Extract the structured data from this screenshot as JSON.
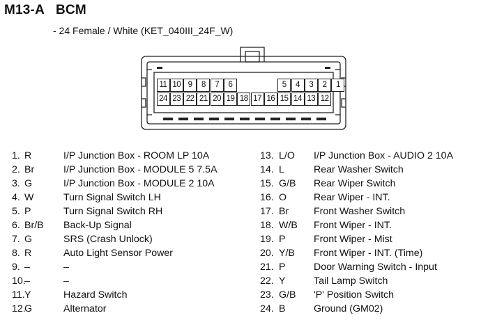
{
  "header": {
    "code": "M13-A",
    "name": "BCM",
    "subtitle": "- 24 Female / White (KET_040III_24F_W)"
  },
  "connector": {
    "top_row": [
      "11",
      "10",
      "9",
      "8",
      "7",
      "6",
      "",
      "",
      "",
      "5",
      "4",
      "3",
      "2",
      "1"
    ],
    "bottom_row": [
      "24",
      "23",
      "22",
      "21",
      "20",
      "19",
      "18",
      "17",
      "16",
      "15",
      "14",
      "13",
      "12"
    ]
  },
  "pins_left": [
    {
      "num": "1.",
      "wire": "R",
      "desc": "I/P Junction Box - ROOM LP 10A"
    },
    {
      "num": "2.",
      "wire": "Br",
      "desc": "I/P Junction Box - MODULE 5 7.5A"
    },
    {
      "num": "3.",
      "wire": "G",
      "desc": "I/P Junction Box - MODULE 2 10A"
    },
    {
      "num": "4.",
      "wire": "W",
      "desc": "Turn Signal Switch LH"
    },
    {
      "num": "5.",
      "wire": "P",
      "desc": "Turn Signal Switch RH"
    },
    {
      "num": "6.",
      "wire": "Br/B",
      "desc": "Back-Up Signal"
    },
    {
      "num": "7.",
      "wire": "G",
      "desc": "SRS (Crash Unlock)"
    },
    {
      "num": "8.",
      "wire": "R",
      "desc": "Auto Light Sensor Power"
    },
    {
      "num": "9.",
      "wire": "–",
      "desc": "–"
    },
    {
      "num": "10.",
      "wire": "–",
      "desc": "–"
    },
    {
      "num": "11.",
      "wire": "Y",
      "desc": "Hazard Switch"
    },
    {
      "num": "12.",
      "wire": "G",
      "desc": "Alternator"
    }
  ],
  "pins_right": [
    {
      "num": "13.",
      "wire": "L/O",
      "desc": "I/P Junction Box - AUDIO 2 10A"
    },
    {
      "num": "14.",
      "wire": "L",
      "desc": "Rear Washer Switch"
    },
    {
      "num": "15.",
      "wire": "G/B",
      "desc": "Rear Wiper Switch"
    },
    {
      "num": "16.",
      "wire": "O",
      "desc": "Rear Wiper - INT."
    },
    {
      "num": "17.",
      "wire": "Br",
      "desc": "Front Washer Switch"
    },
    {
      "num": "18.",
      "wire": "W/B",
      "desc": "Front Wiper - INT."
    },
    {
      "num": "19.",
      "wire": "P",
      "desc": "Front Wiper - Mist"
    },
    {
      "num": "20.",
      "wire": "Y/B",
      "desc": "Front Wiper - INT. (Time)"
    },
    {
      "num": "21.",
      "wire": "P",
      "desc": "Door Warning Switch - Input"
    },
    {
      "num": "22.",
      "wire": "Y",
      "desc": "Tail Lamp Switch"
    },
    {
      "num": "23.",
      "wire": "G/B",
      "desc": "'P' Position Switch"
    },
    {
      "num": "24.",
      "wire": "B",
      "desc": "Ground (GM02)"
    }
  ]
}
